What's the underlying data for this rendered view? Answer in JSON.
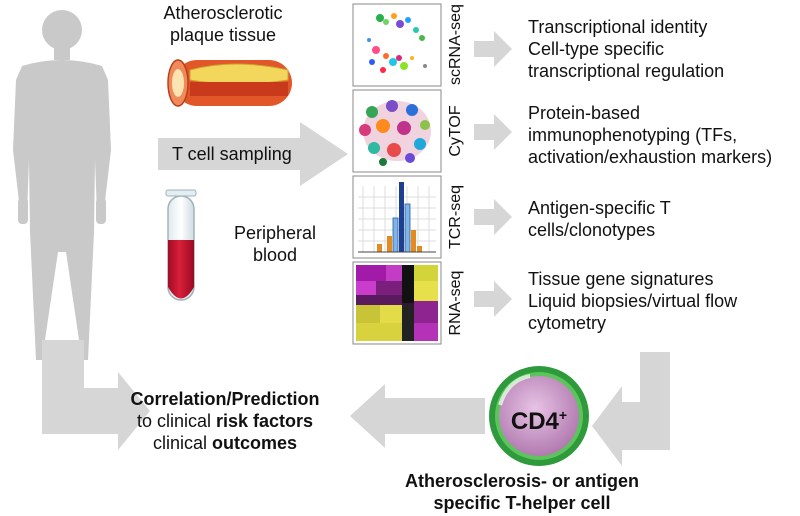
{
  "inputs": {
    "plaque": [
      "Atherosclerotic",
      "plaque tissue"
    ],
    "sampling": "T cell sampling",
    "blood": [
      "Peripheral",
      "blood"
    ]
  },
  "methods": [
    {
      "label": "scRNA-seq",
      "outcome": [
        "Transcriptional identity",
        "Cell-type specific",
        "transcriptional regulation"
      ]
    },
    {
      "label": "CyTOF",
      "outcome": [
        "Protein-based",
        "immunophenotyping (TFs,",
        "activation/exhaustion markers)"
      ]
    },
    {
      "label": "TCR-seq",
      "outcome": [
        "Antigen-specific T",
        "cells/clonotypes"
      ]
    },
    {
      "label": "RNA-seq",
      "outcome": [
        "Tissue gene signatures",
        "Liquid biopsies/virtual flow",
        "cytometry"
      ]
    }
  ],
  "cell": {
    "label": "CD4",
    "superscript": "+",
    "caption": [
      "Atherosclerosis- or antigen",
      "specific T-helper cell"
    ]
  },
  "correlation": {
    "title": "Correlation/Prediction",
    "line2_prefix": "to clinical ",
    "line2_bold": "risk factors",
    "line3_prefix": "clinical ",
    "line3_bold": "outcomes"
  },
  "colors": {
    "arrow": "#d6d6d6",
    "figure": "#c9c9c9",
    "cell_outer": "#2f9a3c",
    "cell_inner": "#c68fc4",
    "blood": "#c8102e",
    "plaque_wall": "#e2572a",
    "plaque_fat": "#f3d65c"
  }
}
